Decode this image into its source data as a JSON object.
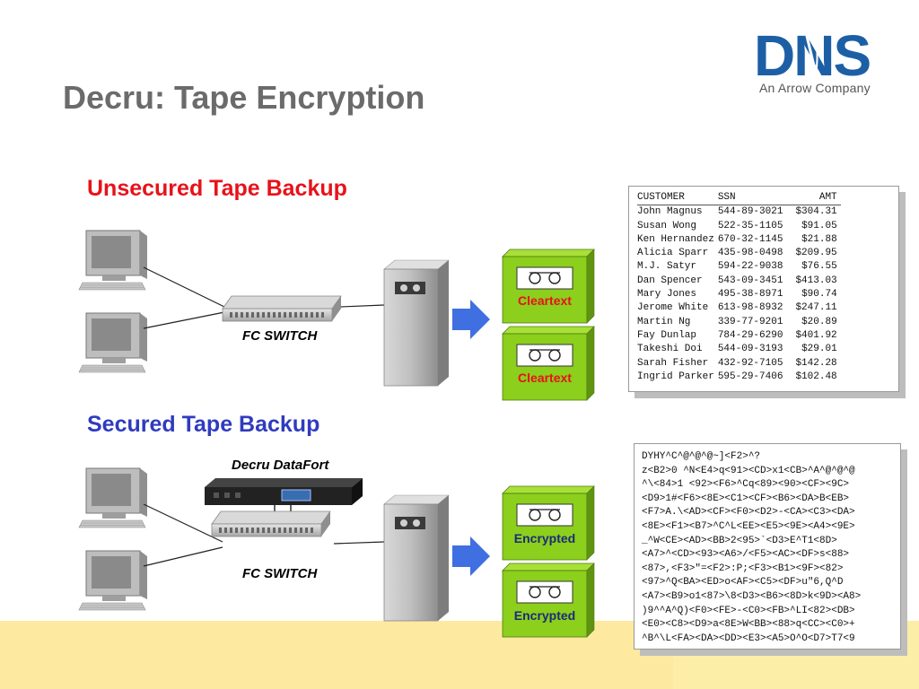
{
  "title": "Decru: Tape Encryption",
  "logo": {
    "brand": "DNS",
    "tagline": "An Arrow Company"
  },
  "unsecured": {
    "heading": "Unsecured Tape Backup",
    "switch_label": "FC SWITCH",
    "tapes": [
      "Cleartext",
      "Cleartext"
    ]
  },
  "secured": {
    "heading": "Secured Tape Backup",
    "appliance_label": "Decru DataFort",
    "switch_label": "FC SWITCH",
    "tapes": [
      "Encrypted",
      "Encrypted"
    ]
  },
  "cleartext_table": {
    "headers": [
      "CUSTOMER",
      "SSN",
      "AMT"
    ],
    "rows": [
      [
        "John Magnus",
        "544-89-3021",
        "$304.31"
      ],
      [
        "Susan Wong",
        "522-35-1105",
        "$91.05"
      ],
      [
        "Ken Hernandez",
        "670-32-1145",
        "$21.88"
      ],
      [
        "Alicia Sparr",
        "435-98-0498",
        "$209.95"
      ],
      [
        "M.J. Satyr",
        "594-22-9038",
        "$76.55"
      ],
      [
        "Dan Spencer",
        "543-09-3451",
        "$413.03"
      ],
      [
        "Mary Jones",
        "495-38-8971",
        "$90.74"
      ],
      [
        "Jerome White",
        "613-98-8932",
        "$247.11"
      ],
      [
        "Martin Ng",
        "339-77-9201",
        "$20.89"
      ],
      [
        "Fay Dunlap",
        "784-29-6290",
        "$401.92"
      ],
      [
        "Takeshi Doi",
        "544-09-3193",
        "$29.01"
      ],
      [
        "Sarah Fisher",
        "432-92-7105",
        "$142.28"
      ],
      [
        "Ingrid Parker",
        "595-29-7406",
        "$102.48"
      ]
    ]
  },
  "encrypted_text": [
    "DYHY^C^@^@^@~]<F2>^?",
    "z<B2>0 ^N<E4>q<91><CD>x1<CB>^A^@^@^@",
    "^\\<84>1 <92><F6>^Cq<89><90><CF><9C>",
    "<D9>1#<F6><8E><C1><CF><B6><DA>B<EB>",
    "<F7>A.\\<AD><CF><F0><D2>-<CA><C3><DA>",
    "<8E><F1><B7>^C^L<EE><E5><9E><A4><9E>",
    "_^W<CE><AD><BB>2<95>`<D3>E^T1<8D>",
    "<A7>^<CD><93><A6>/<F5><AC><DF>s<88>",
    "<87>,<F3>\"=<F2>:P;<F3><B1><9F><82>",
    "<97>^Q<BA><ED>o<AF><C5><DF>u\"6,Q^D",
    "<A7><B9>o1<87>\\8<D3><B6><8D>k<9D><A8>",
    ")9^^A^Q)<F0><FE>-<C0><FB>^LI<82><DB>",
    "<E0><C8><D9>a<8E>W<BB><88>q<CC><C0>+",
    "^B^\\L<FA><DA><DD><E3><A5>O^O<D7>T7<9"
  ],
  "colors": {
    "title": "#6b6b6b",
    "unsecured_heading": "#e8121a",
    "secured_heading": "#2f3bbf",
    "tape_green": "#8ccf1c",
    "arrow_blue": "#3f6fe0",
    "bottom_band": "#fdeea7"
  },
  "icons": [
    "computer-icon",
    "fc-switch-icon",
    "tape-server-icon",
    "tape-cartridge-icon",
    "arrow-right-icon",
    "datafort-appliance-icon"
  ]
}
